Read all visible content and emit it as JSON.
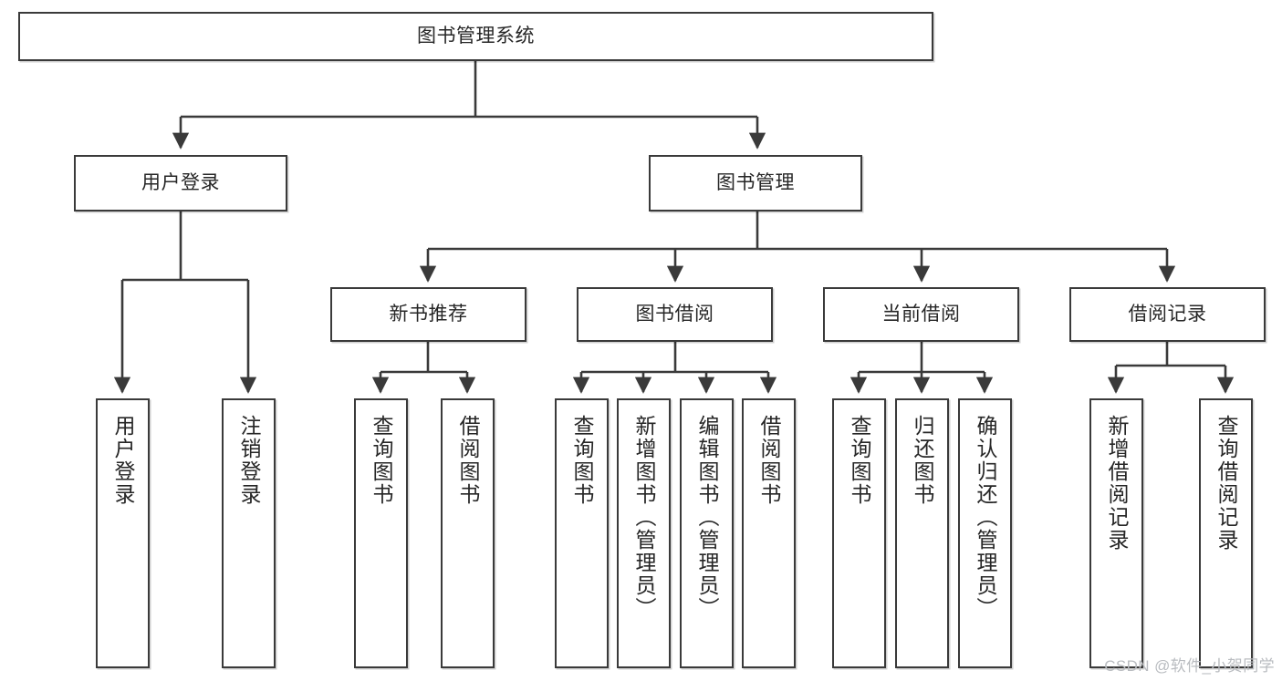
{
  "diagram": {
    "title": "图书管理系统",
    "watermark": "CSDN @软件_小贺同学",
    "root": {
      "label": "图书管理系统"
    },
    "level2": [
      {
        "label": "用户登录"
      },
      {
        "label": "图书管理"
      }
    ],
    "level3": [
      {
        "label": "新书推荐"
      },
      {
        "label": "图书借阅"
      },
      {
        "label": "当前借阅"
      },
      {
        "label": "借阅记录"
      }
    ],
    "leaves": {
      "user_login": [
        {
          "label": "用户登录"
        },
        {
          "label": "注销登录"
        }
      ],
      "new_book": [
        {
          "label": "查询图书"
        },
        {
          "label": "借阅图书"
        }
      ],
      "book_borrow": [
        {
          "label": "查询图书"
        },
        {
          "label": "新增图书（管理员）"
        },
        {
          "label": "编辑图书（管理员）"
        },
        {
          "label": "借阅图书"
        }
      ],
      "current_borrow": [
        {
          "label": "查询图书"
        },
        {
          "label": "归还图书"
        },
        {
          "label": "确认归还（管理员）"
        }
      ],
      "borrow_record": [
        {
          "label": "新增借阅记录"
        },
        {
          "label": "查询借阅记录"
        }
      ]
    },
    "colors": {
      "stroke": "#3a3a3a",
      "text": "#262626",
      "background": "#ffffff",
      "watermark": "#b9bcc0"
    }
  }
}
